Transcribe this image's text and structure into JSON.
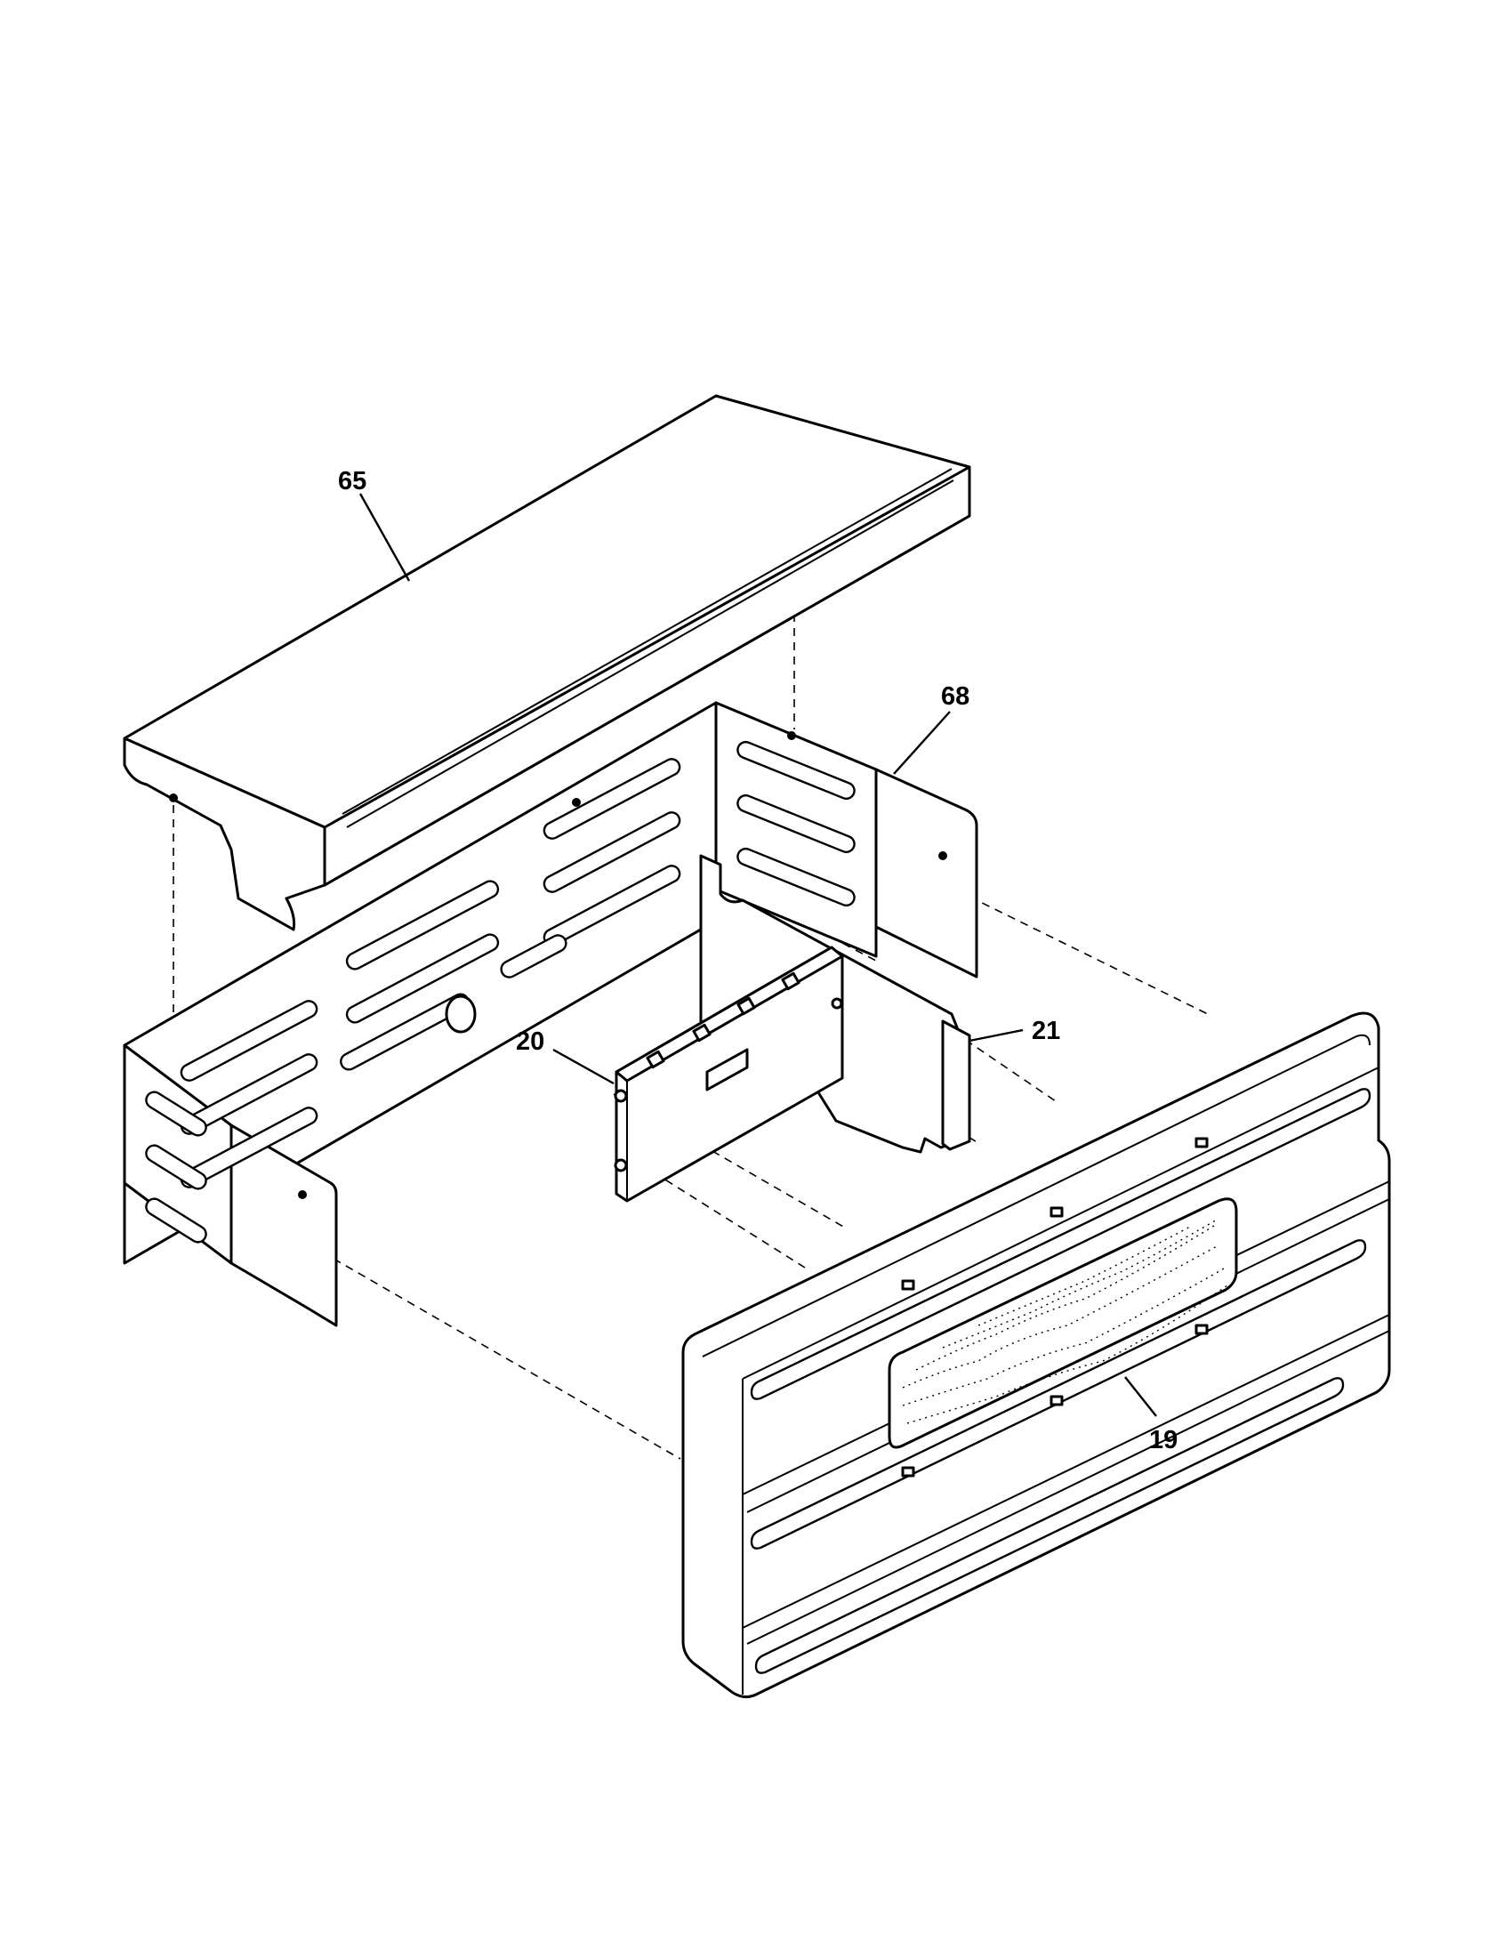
{
  "diagram": {
    "callouts": {
      "c65": "65",
      "c68": "68",
      "c21": "21",
      "c20": "20",
      "c19": "19"
    }
  }
}
